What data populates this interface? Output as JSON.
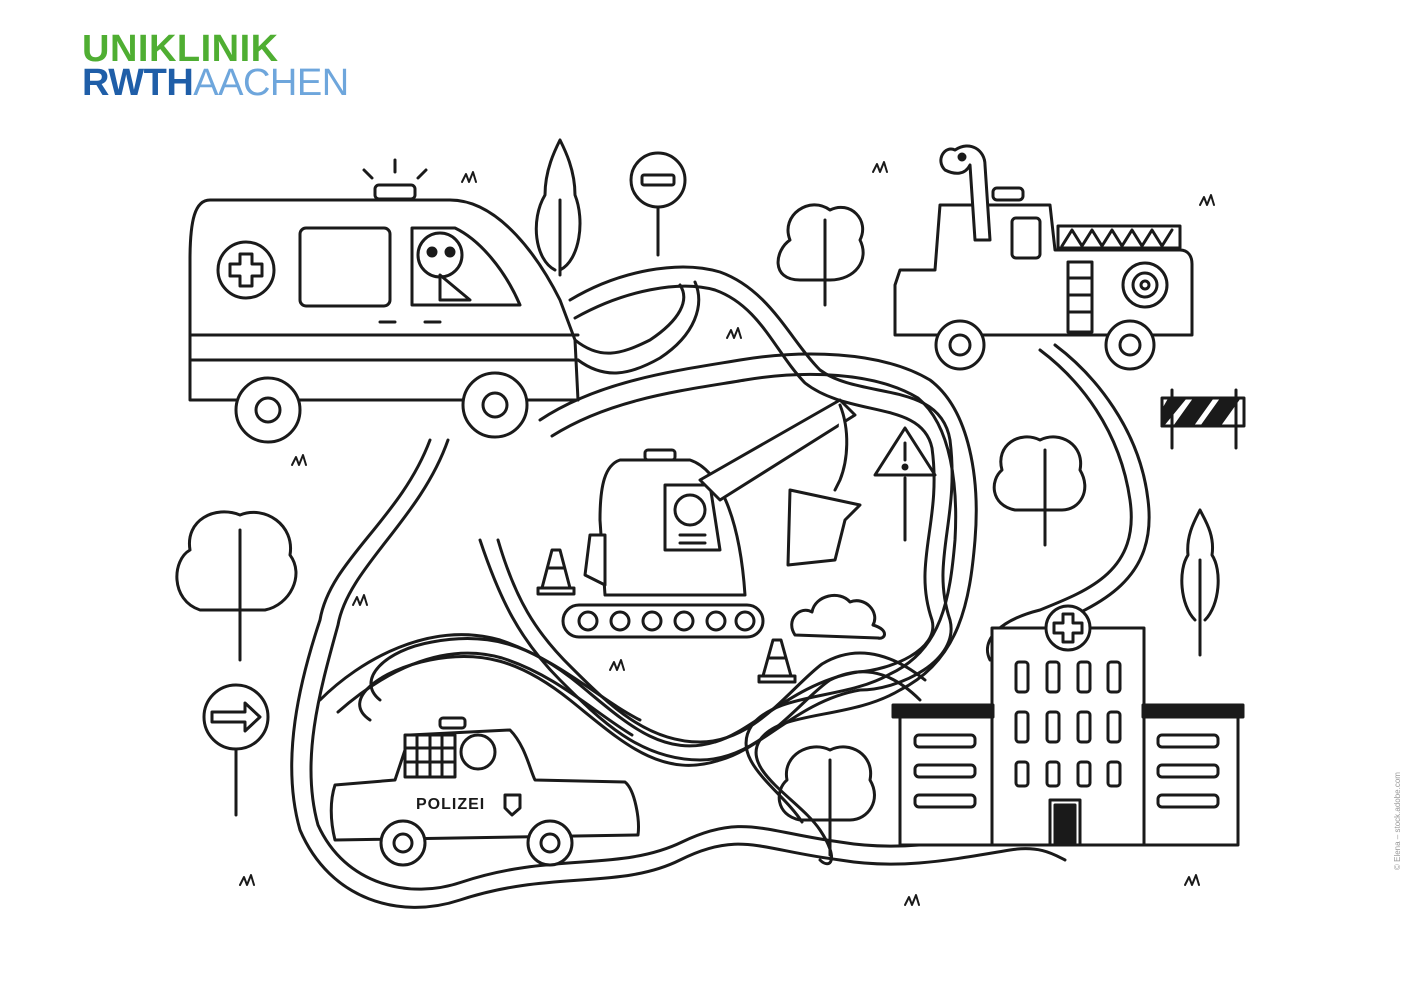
{
  "logo": {
    "line1": "UNIKLINIK",
    "line2_bold": "RWTH",
    "line2_light": "AACHEN",
    "colors": {
      "green": "#4fae32",
      "blue_dark": "#1f5ea8",
      "blue_light": "#6ea6dc"
    }
  },
  "vehicles": {
    "police_label": "POLIZEI"
  },
  "credit": "© Elena – stock.adobe.com",
  "icons": [
    "ambulance-icon",
    "fire-truck-icon",
    "excavator-icon",
    "police-car-icon",
    "hospital-icon",
    "tree-icon",
    "no-entry-sign-icon",
    "warning-sign-icon",
    "arrow-sign-icon",
    "barrier-icon",
    "traffic-cone-icon",
    "bush-icon",
    "grass-icon"
  ]
}
